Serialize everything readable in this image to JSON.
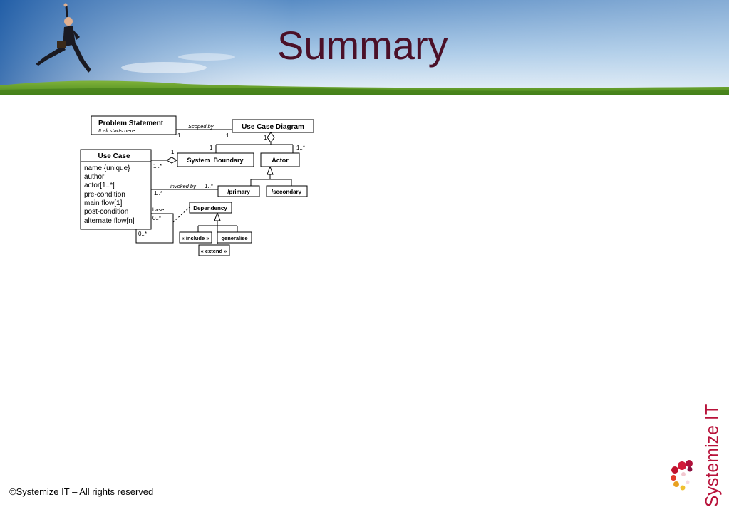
{
  "slide": {
    "title": "Summary",
    "footer": "©Systemize IT – All rights reserved",
    "logo_text": "Systemize IT"
  },
  "diagram": {
    "problem_statement": {
      "title": "Problem Statement",
      "subtitle": "It all starts here..."
    },
    "use_case_diagram": {
      "title": "Use Case Diagram"
    },
    "system_boundary": {
      "title": "System  Boundary"
    },
    "actor": {
      "title": "Actor"
    },
    "primary": {
      "title": "/primary"
    },
    "secondary": {
      "title": "/secondary"
    },
    "use_case": {
      "title": "Use Case",
      "attributes": [
        "name {unique}",
        "author",
        "actor[1..*]",
        "pre-condition",
        "main flow[1]",
        "post-condition",
        "alternate flow[n]"
      ]
    },
    "dependency": {
      "title": "Dependency"
    },
    "include": {
      "title": "« include »"
    },
    "generalise": {
      "title": "generalise"
    },
    "extend": {
      "title": "« extend »"
    },
    "labels": {
      "scoped_by": "Scoped by",
      "invoked_by": "invoked by",
      "base": "base"
    },
    "multiplicities": {
      "ps_to_ucd": "1",
      "ucd_from_ps": "1",
      "ucd_top": "1",
      "sb_top": "1",
      "actor_top": "1..*",
      "sb_left": "1",
      "uc_to_sb": "1..*",
      "uc_invoked": "1..*",
      "invoked_end": "1..*",
      "uc_self_top": "0..*",
      "uc_self_bottom": "0..*"
    }
  }
}
